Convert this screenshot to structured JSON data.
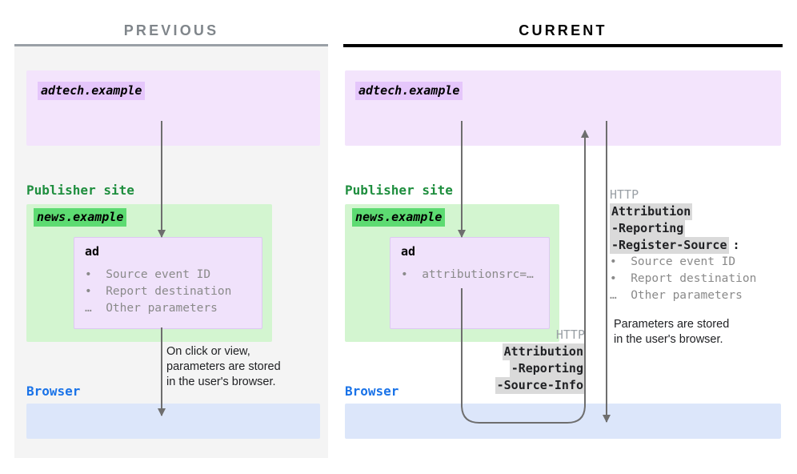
{
  "panels": {
    "previous": {
      "title": "PREVIOUS",
      "adtech_domain": "adtech.example",
      "publisher_label": "Publisher site",
      "publisher_domain": "news.example",
      "browser_label": "Browser",
      "ad_card": {
        "title": "ad",
        "lines": "•  Source event ID\n•  Report destination\n…  Other parameters"
      },
      "note": "On click or view,\nparameters are stored\nin the user's browser."
    },
    "current": {
      "title": "CURRENT",
      "adtech_domain": "adtech.example",
      "publisher_label": "Publisher site",
      "publisher_domain": "news.example",
      "browser_label": "Browser",
      "ad_card": {
        "title": "ad",
        "lines": "•  attributionsrc=…"
      },
      "request_header": {
        "protocol": "HTTP",
        "key_line1": "Attribution",
        "key_line2": "-Reporting",
        "key_line3": "-Source-Info"
      },
      "response_header": {
        "protocol": "HTTP",
        "key_line1": "Attribution",
        "key_line2": "-Reporting",
        "key_line3": "-Register-Source",
        "colon": ":",
        "params": "•  Source event ID\n•  Report destination\n…  Other parameters"
      },
      "note": "Parameters are stored\nin the user's browser."
    }
  },
  "colors": {
    "adtech_zone": "#f3e4fc",
    "publisher_zone": "#d3f5d0",
    "browser_zone": "#dce6fa",
    "green_text": "#1e8e3e",
    "blue_text": "#1a73e8",
    "gray_title": "#80868b",
    "arrow": "#6e6e6e"
  }
}
